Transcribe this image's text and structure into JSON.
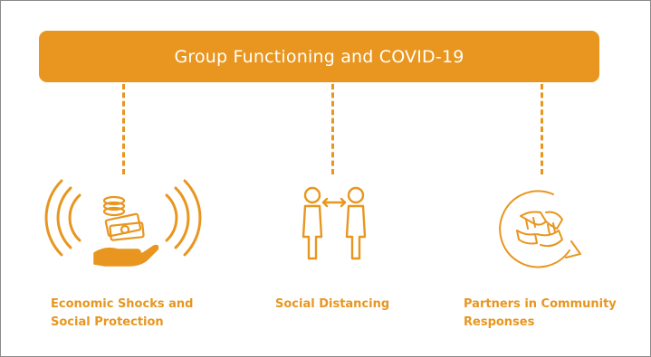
{
  "banner": {
    "title": "Group Functioning and COVID-19"
  },
  "columns": [
    {
      "line1": "Economic Shocks and",
      "line2": "Social Protection",
      "icon": "money-in-hand-icon"
    },
    {
      "line1": "Social Distancing",
      "line2": "",
      "icon": "social-distancing-icon"
    },
    {
      "line1": "Partners in Community",
      "line2": "Responses",
      "icon": "joined-hands-icon"
    }
  ],
  "colors": {
    "accent": "#e8961f",
    "text_on_accent": "#ffffff",
    "background": "#ffffff"
  }
}
